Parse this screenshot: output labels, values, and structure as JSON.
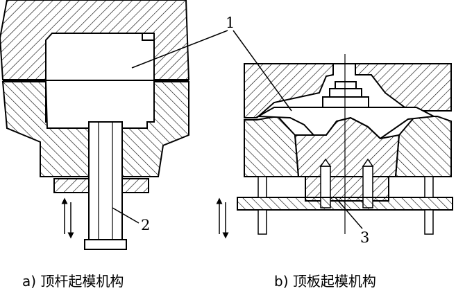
{
  "figure_a": {
    "caption": "a) 顶杆起模机构"
  },
  "figure_b": {
    "caption": "b) 顶板起模机构"
  },
  "callouts": {
    "label_1": "1",
    "label_2": "2",
    "label_3": "3"
  },
  "colors": {
    "ink": "#000000",
    "background": "#ffffff"
  }
}
